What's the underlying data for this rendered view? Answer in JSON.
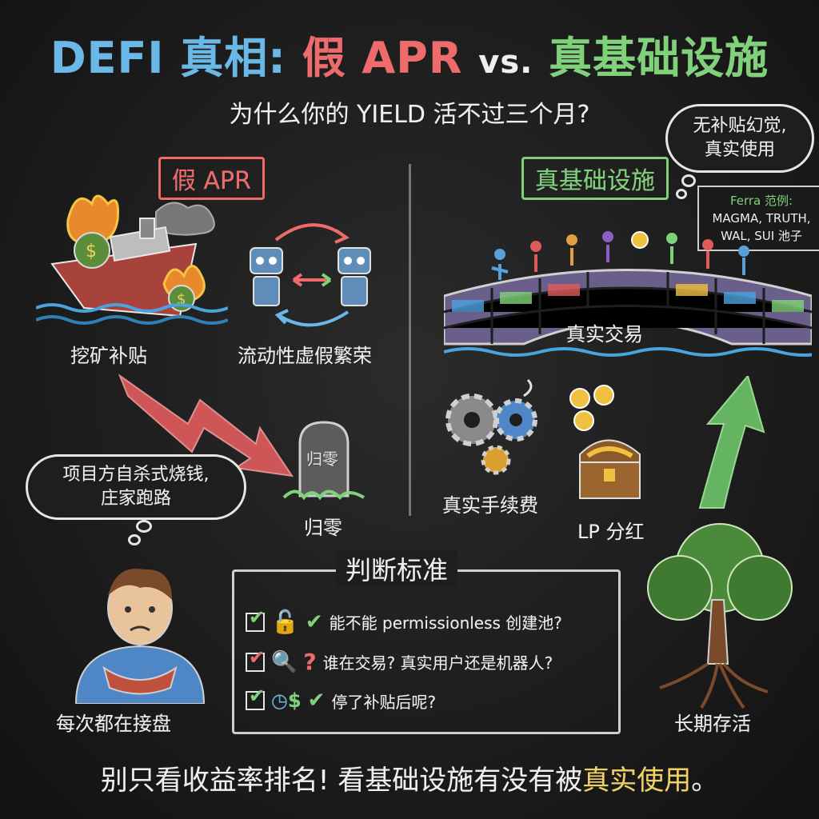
{
  "title": {
    "part1": "DEFI 真相:",
    "part2": "假 APR",
    "part3": "vs.",
    "part4": "真基础设施"
  },
  "subtitle": "为什么你的 YIELD 活不过三个月?",
  "left": {
    "heading": "假 APR",
    "mining_label": "挖矿补贴",
    "wash_label": "流动性虚假繁荣",
    "zero_label": "归零",
    "tomb_text": "归零",
    "thought": [
      "项目方自杀式烧钱,",
      "庄家跑路"
    ],
    "person_label": "每次都在接盘"
  },
  "right": {
    "heading": "真基础设施",
    "thought": [
      "无补贴幻觉,",
      "真实使用"
    ],
    "example_title": "Ferra 范例:",
    "example_lines": [
      "MAGMA, TRUTH,",
      "WAL, SUI 池子"
    ],
    "bridge_label": "真实交易",
    "fees_label": "真实手续费",
    "lp_label": "LP 分红",
    "tree_label": "长期存活"
  },
  "criteria": {
    "title": "判断标准",
    "items": [
      "能不能 permissionless 创建池?",
      "谁在交易? 真实用户还是机器人?",
      "停了补贴后呢?"
    ]
  },
  "footer": {
    "main": "别只看收益率排名! 看基础设施有没有被",
    "highlight": "真实使用",
    "end": "。"
  },
  "colors": {
    "blue": "#6ab8e8",
    "red": "#ef6b6b",
    "green": "#7fd27a",
    "yellow": "#f0d060",
    "white": "#efefef"
  }
}
